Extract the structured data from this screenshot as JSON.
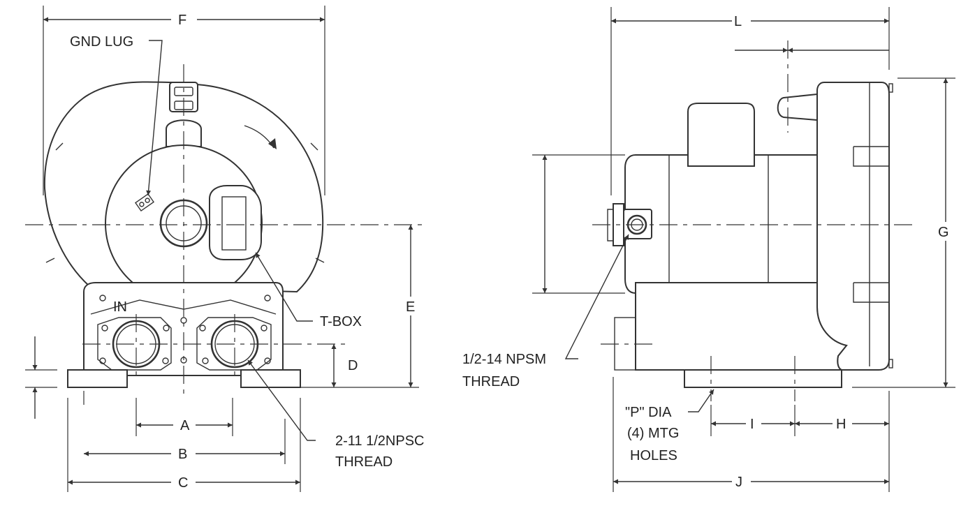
{
  "labels": {
    "gnd_lug": "GND LUG",
    "inlet": "IN",
    "tbox": "T-BOX",
    "port_thread_1": "2-11 1/2NPSC",
    "port_thread_2": "THREAD",
    "npsm_1": "1/2-14 NPSM",
    "npsm_2": "THREAD",
    "holes_1": "\"P\" DIA",
    "holes_2": "(4) MTG",
    "holes_3": "HOLES"
  },
  "dimensions": {
    "A": "A",
    "B": "B",
    "C": "C",
    "D": "D",
    "E": "E",
    "F": "F",
    "G": "G",
    "H": "H",
    "I": "I",
    "J": "J",
    "L": "L"
  },
  "colors": {
    "line": "#333333",
    "text": "#222222",
    "background": "#ffffff"
  }
}
